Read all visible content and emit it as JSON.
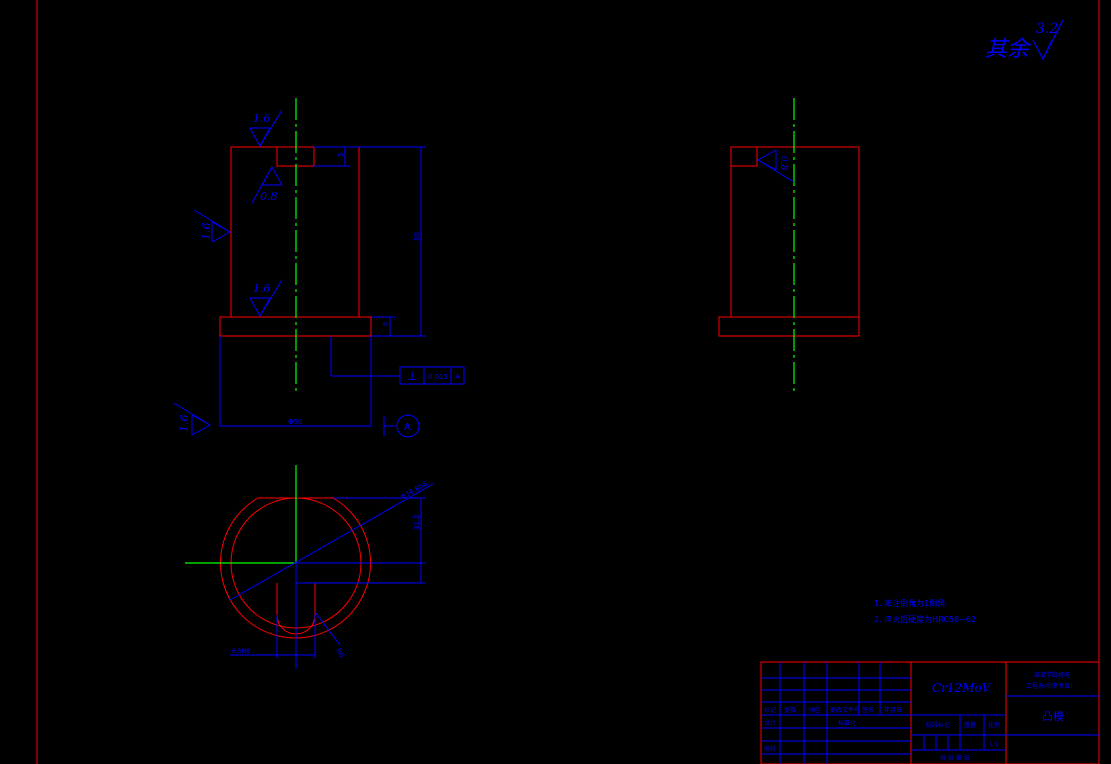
{
  "colors": {
    "background": "#000000",
    "outline": "#ff0000",
    "dimension": "#0000ff",
    "centerline": "#00ff00"
  },
  "roughness": {
    "general_label": "其余",
    "general_value": "3.2",
    "top_chamfer": "1.6",
    "slot_bottom": "0.8",
    "left_side": "1.6",
    "shoulder": "1.6",
    "base": "1.6",
    "right_view_slot": "0.8"
  },
  "dimensions": {
    "slot_depth": "5",
    "body_height": "30",
    "flange_thickness": "6",
    "base_diameter": "Φ50",
    "circle_diameter": "Φ36.8h6",
    "flat_height": "31.2",
    "slot_width": "6.5H8",
    "slot_radius": "R6"
  },
  "tolerance_frame": {
    "symbol": "⊥",
    "value": "0.015",
    "datum": "A"
  },
  "datum_label": "A",
  "notes": [
    "1. 未注倒角为1倒角",
    "2. 淬火后硬度为HRC58~62"
  ],
  "title_block": {
    "material": "Cr12MoV",
    "company_line1": "某某学院机电",
    "company_line2": "工程系(机制专业)",
    "part_name": "凸模",
    "headers": [
      "标记",
      "处数",
      "分区",
      "更改文件号",
      "签名",
      "年月日"
    ],
    "row2": [
      "设计",
      "",
      "标准化",
      ""
    ],
    "stage_label": "阶段标记",
    "weight_label": "重量",
    "scale_label": "比例",
    "scale_value": "1:1",
    "sheet_label": "共 张 第 张",
    "review_label": "审核"
  }
}
